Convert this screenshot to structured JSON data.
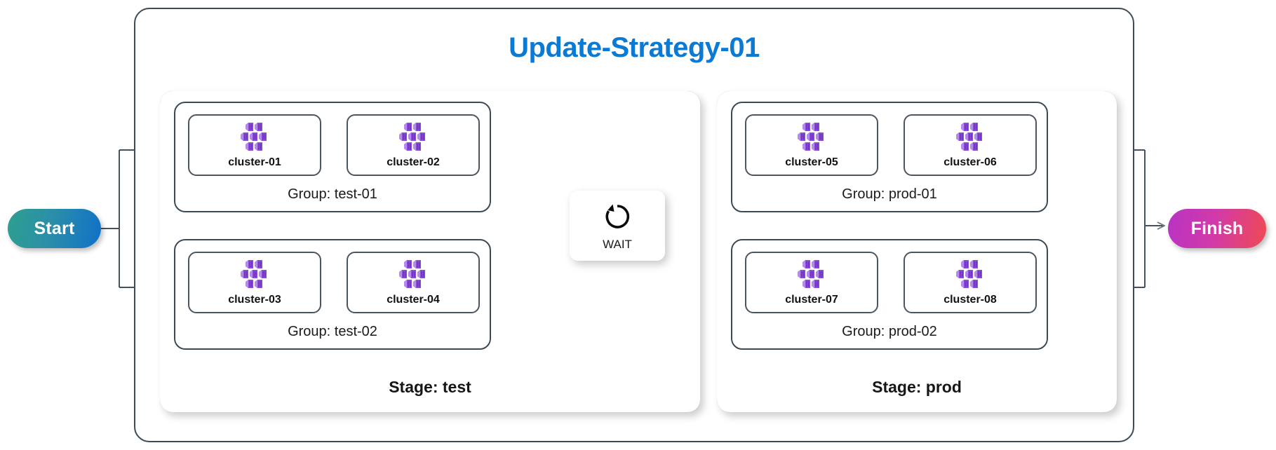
{
  "diagram": {
    "title": "Update-Strategy-01",
    "title_color": "#0a7ad4",
    "start_label": "Start",
    "finish_label": "Finish",
    "start_gradient": [
      "#2e9f8f",
      "#1170c8"
    ],
    "finish_gradient": [
      "#b833c4",
      "#ef4a52"
    ],
    "stage_border_gradient": [
      "#2f9f8a",
      "#0d7ee8",
      "#6152d6",
      "#c92ea9",
      "#f05a3c"
    ],
    "connector_color": "#46525e"
  },
  "wait": {
    "label": "WAIT",
    "icon": "refresh-counterclockwise-icon"
  },
  "stages": [
    {
      "label": "Stage: test",
      "groups": [
        {
          "label": "Group: test-01",
          "clusters": [
            {
              "label": "cluster-01",
              "icon": "eks-cluster-icon"
            },
            {
              "label": "cluster-02",
              "icon": "eks-cluster-icon"
            }
          ]
        },
        {
          "label": "Group: test-02",
          "clusters": [
            {
              "label": "cluster-03",
              "icon": "eks-cluster-icon"
            },
            {
              "label": "cluster-04",
              "icon": "eks-cluster-icon"
            }
          ]
        }
      ]
    },
    {
      "label": "Stage: prod",
      "groups": [
        {
          "label": "Group: prod-01",
          "clusters": [
            {
              "label": "cluster-05",
              "icon": "eks-cluster-icon"
            },
            {
              "label": "cluster-06",
              "icon": "eks-cluster-icon"
            }
          ]
        },
        {
          "label": "Group: prod-02",
          "clusters": [
            {
              "label": "cluster-07",
              "icon": "eks-cluster-icon"
            },
            {
              "label": "cluster-08",
              "icon": "eks-cluster-icon"
            }
          ]
        }
      ]
    }
  ]
}
